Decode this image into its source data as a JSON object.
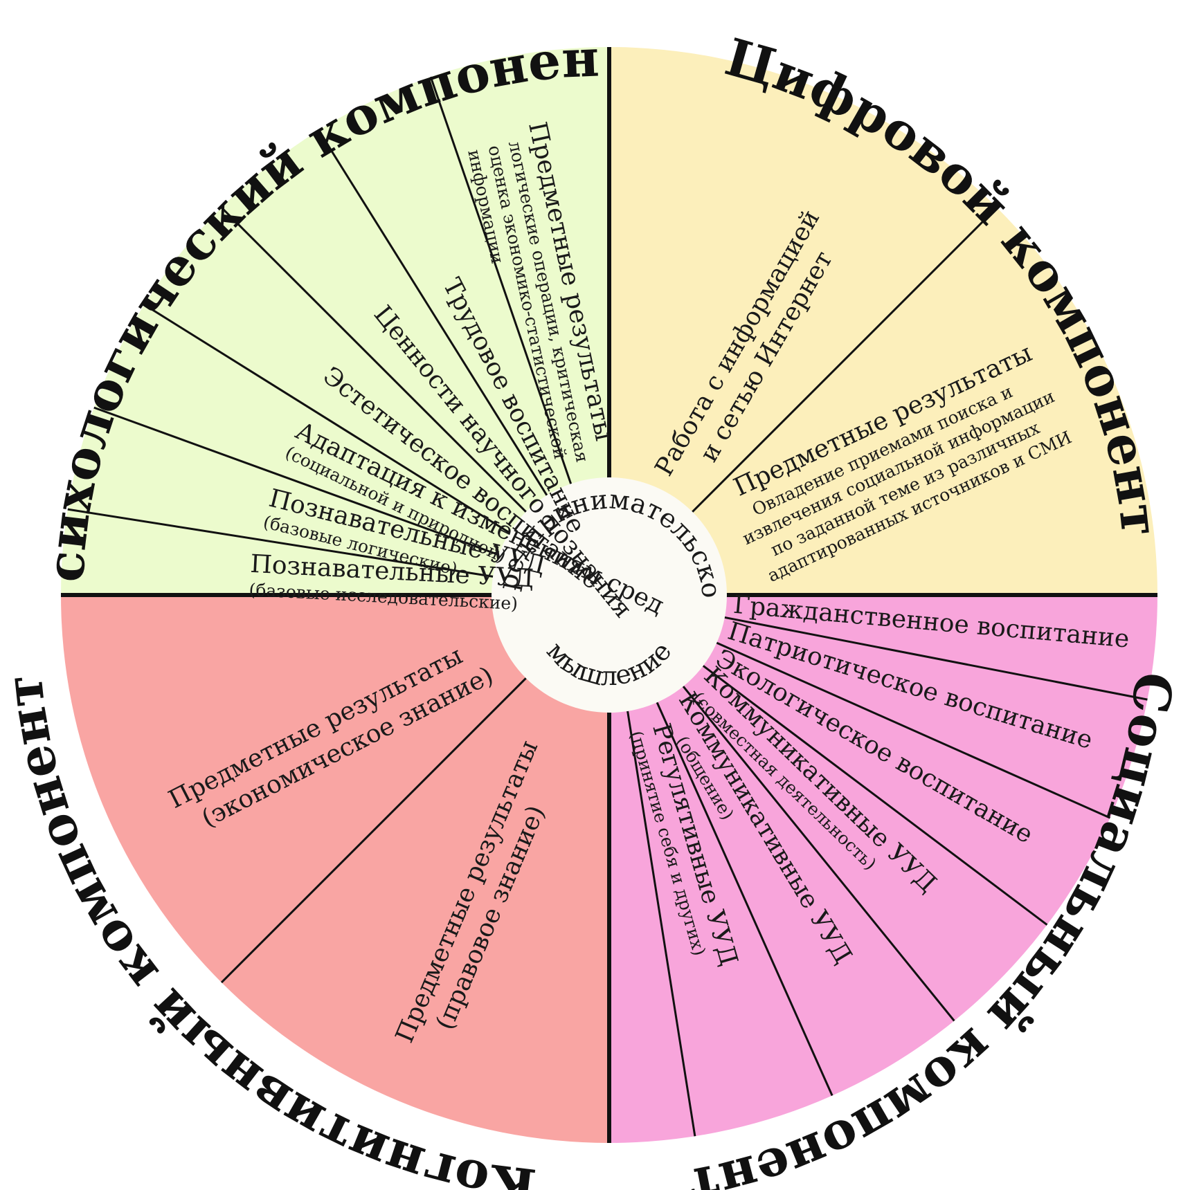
{
  "center": {
    "line1": "Предпринимательское",
    "line2": "мышление"
  },
  "components": {
    "psychological": "Психологический компонент",
    "digital": "Цифровой компонент",
    "social": "Социальный компонент",
    "cognitive": "Когнитивный компонент"
  },
  "colors": {
    "psychological": "#ecfbcd",
    "digital": "#fcefbb",
    "social": "#f8a5db",
    "cognitive": "#f9a5a3",
    "center": "#fbfaf4",
    "lines": "#111111"
  },
  "psychological_items": [
    {
      "title": "Познавательные УУД",
      "sub": "(базовые исследовательские)"
    },
    {
      "title": "Познавательные УУД",
      "sub": "(базовые логические)"
    },
    {
      "title": "Адаптация к изменениям сред",
      "sub": "(социальной и природной)"
    },
    {
      "title": "Эстетическое воспитание",
      "sub": ""
    },
    {
      "title": "Ценности научного познания",
      "sub": ""
    },
    {
      "title": "Трудовое воспитание",
      "sub": ""
    },
    {
      "title": "Предметные результаты",
      "sub": "логические операции, критическая",
      "sub2": "оценка экономико-статистической",
      "sub3": "информации"
    }
  ],
  "digital_items": [
    {
      "line1": "Работа с информацией",
      "line2": "и сетью Интернет"
    },
    {
      "title": "Предметные результаты",
      "sub1": "Овладение приемами поиска и",
      "sub2": "извлечения социальной информации",
      "sub3": "по заданной теме из различных",
      "sub4": "адаптированных источников и СМИ"
    }
  ],
  "social_items": [
    {
      "title": "Гражданственное воспитание",
      "sub": ""
    },
    {
      "title": "Патриотическое воспитание",
      "sub": ""
    },
    {
      "title": "Экологическое воспитание",
      "sub": ""
    },
    {
      "title": "Коммуникативные УУД",
      "sub": "(совместная деятельность)"
    },
    {
      "title": "Коммуникативные УУД",
      "sub": "(общение)"
    },
    {
      "title": "Регулятивные УУД",
      "sub": "(принятие себя и других)"
    }
  ],
  "cognitive_items": [
    {
      "title": "Предметные результаты",
      "sub": "(экономическое знание)"
    },
    {
      "title": "Предметные результаты",
      "sub": "(правовое знание)"
    }
  ]
}
